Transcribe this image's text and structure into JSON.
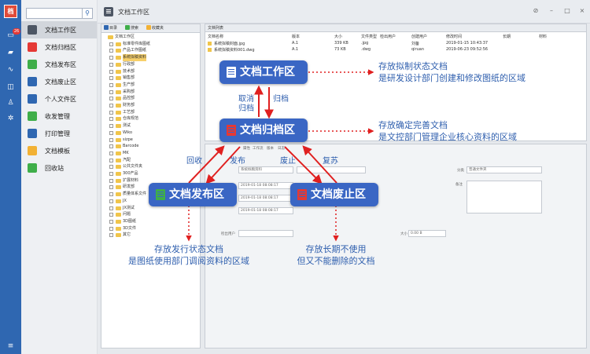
{
  "app": {
    "logo": "档",
    "badge": "26",
    "search": {
      "placeholder": ""
    },
    "window_title": "文档工作区",
    "window_controls": [
      "⊘",
      "–",
      "□",
      "×"
    ]
  },
  "sidebar": {
    "items": [
      {
        "label": "文档工作区",
        "icon": "doc-work-icon",
        "color": "#4d5664",
        "active": true
      },
      {
        "label": "文档归档区",
        "icon": "doc-archive-icon",
        "color": "#e53935"
      },
      {
        "label": "文档发布区",
        "icon": "doc-publish-icon",
        "color": "#3fae49"
      },
      {
        "label": "文档废止区",
        "icon": "doc-abolish-icon",
        "color": "#2f67b1"
      },
      {
        "label": "个人文件区",
        "icon": "personal-file-icon",
        "color": "#2f67b1"
      },
      {
        "label": "收发管理",
        "icon": "send-receive-icon",
        "color": "#3fae49"
      },
      {
        "label": "打印管理",
        "icon": "print-icon",
        "color": "#2f67b1"
      },
      {
        "label": "文档模板",
        "icon": "template-icon",
        "color": "#f2b134"
      },
      {
        "label": "回收站",
        "icon": "recycle-bin-icon",
        "color": "#3fae49"
      }
    ]
  },
  "tree": {
    "tabs": [
      "目录",
      "搜索",
      "收藏夹"
    ],
    "nodes": [
      {
        "label": "文档工作区",
        "level": 0
      },
      {
        "label": "标准零件库图纸",
        "level": 1
      },
      {
        "label": "产品工作图纸",
        "level": 1
      },
      {
        "label": "系统拟稿资料",
        "level": 1,
        "selected": true
      },
      {
        "label": "行政部",
        "level": 1
      },
      {
        "label": "技术部",
        "level": 1
      },
      {
        "label": "销售部",
        "level": 1
      },
      {
        "label": "生产部",
        "level": 1
      },
      {
        "label": "采购部",
        "level": 1
      },
      {
        "label": "品控部",
        "level": 1
      },
      {
        "label": "财务部",
        "level": 1
      },
      {
        "label": "工艺部",
        "level": 1
      },
      {
        "label": "仓库规范",
        "level": 1
      },
      {
        "label": "测试",
        "level": 1
      },
      {
        "label": "Wiko",
        "level": 1
      },
      {
        "label": "sizpe",
        "level": 1
      },
      {
        "label": "Barcode",
        "level": 1
      },
      {
        "label": "MK",
        "level": 1
      },
      {
        "label": "汽配",
        "level": 1
      },
      {
        "label": "公共文件夹",
        "level": 1
      },
      {
        "label": "300产品",
        "level": 1
      },
      {
        "label": "扩展材料",
        "level": 1
      },
      {
        "label": "研发部",
        "level": 1
      },
      {
        "label": "质量体系文件",
        "level": 1
      },
      {
        "label": "JX",
        "level": 1
      },
      {
        "label": "JX测试",
        "level": 1
      },
      {
        "label": "问题",
        "level": 1
      },
      {
        "label": "3D图纸",
        "level": 1
      },
      {
        "label": "3D文件",
        "level": 1
      },
      {
        "label": "其它",
        "level": 1
      }
    ]
  },
  "file_list": {
    "title": "文档列表",
    "columns": [
      "文档名称",
      "版本",
      "大小",
      "文件类型",
      "检出用户",
      "创建用户",
      "修改时间",
      "长期",
      "材料"
    ],
    "rows": [
      [
        "系统拟稿封面.jpg",
        "A.1",
        "339 KB",
        ".jpg",
        "",
        "刘备",
        "2019-01-15 10:43:37",
        "",
        ""
      ],
      [
        "系统拟稿资料001.dwg",
        "A.1",
        "73 KB",
        ".dwg",
        "",
        "qiruan",
        "2019-06-23 09:52:56",
        "",
        ""
      ]
    ]
  },
  "properties": {
    "tabs": [
      "属性",
      "工作流",
      "版本",
      "日志"
    ],
    "fields": {
      "folder_value": "系统拟稿资料",
      "category_label": "分类",
      "category_value": "普通文件夹",
      "date1": "2019-01-18 08:08:17",
      "date2": "2019-01-18 08:08:17",
      "date3": "2019-01-18 08:08:17",
      "checkout_user_label": "检出用户",
      "size_label": "大小",
      "size_value": "0.00 B",
      "note_label": "备注"
    }
  },
  "diagram": {
    "zones": {
      "work": "文档工作区",
      "archive": "文档归档区",
      "publish": "文档发布区",
      "abolish": "文档废止区"
    },
    "notes": {
      "work": [
        "存放拟制状态文档",
        "是研发设计部门创建和修改图纸的区域"
      ],
      "archive": [
        "存放确定完善文档",
        "是文控部门管理企业核心资料的区域"
      ],
      "publish": [
        "存放发行状态文档",
        "是图纸使用部门调阅资料的区域"
      ],
      "abolish": [
        "存放长期不使用",
        "但又不能删除的文档"
      ]
    },
    "edges": {
      "cancel_archive": [
        "取消",
        "归档"
      ],
      "archive": "归档",
      "recall": "回收",
      "publish": "发布",
      "abolish": "废止",
      "revive": "复苏"
    },
    "colors": {
      "zone_box": "#3a66c4",
      "note_text": "#2f5fae",
      "arrow": "#e02020"
    }
  }
}
